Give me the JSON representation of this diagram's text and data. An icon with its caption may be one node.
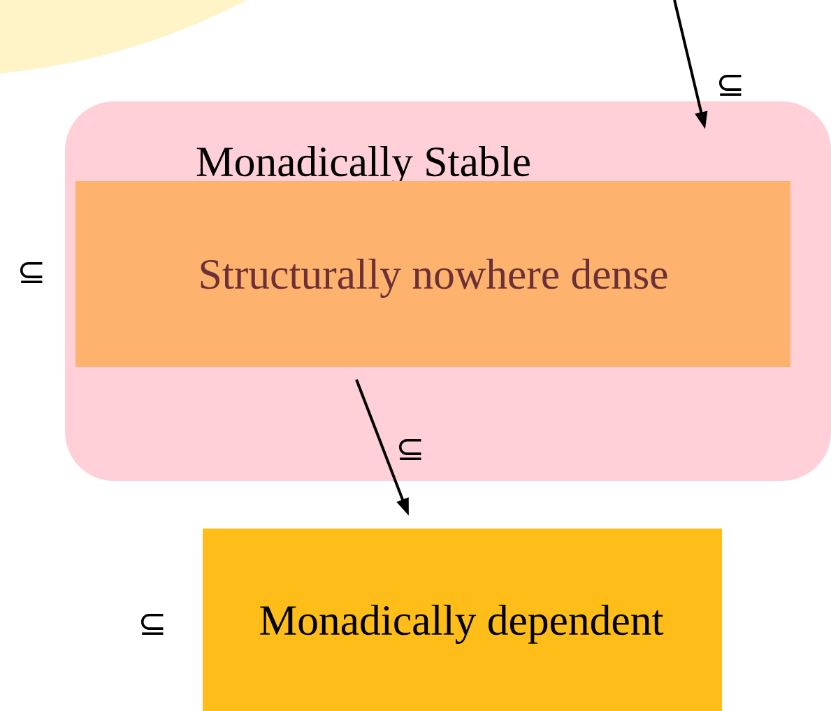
{
  "diagram": {
    "nodes": [
      {
        "text": [],
        "shape": "circle"
      },
      {
        "text": [
          "Monadically Stable"
        ]
      },
      {
        "text": [
          "Structurally nowhere dense"
        ],
        "in": 1
      },
      {
        "text": [
          "Monadically dependent"
        ]
      }
    ],
    "edges": [
      {
        "from": null,
        "to": 1,
        "arrow": "to",
        "label": "⊆"
      },
      {
        "from": 2,
        "to": 3,
        "arrow": "to",
        "label": "⊆"
      }
    ],
    "labels": [
      "⊆",
      "⊆"
    ]
  }
}
